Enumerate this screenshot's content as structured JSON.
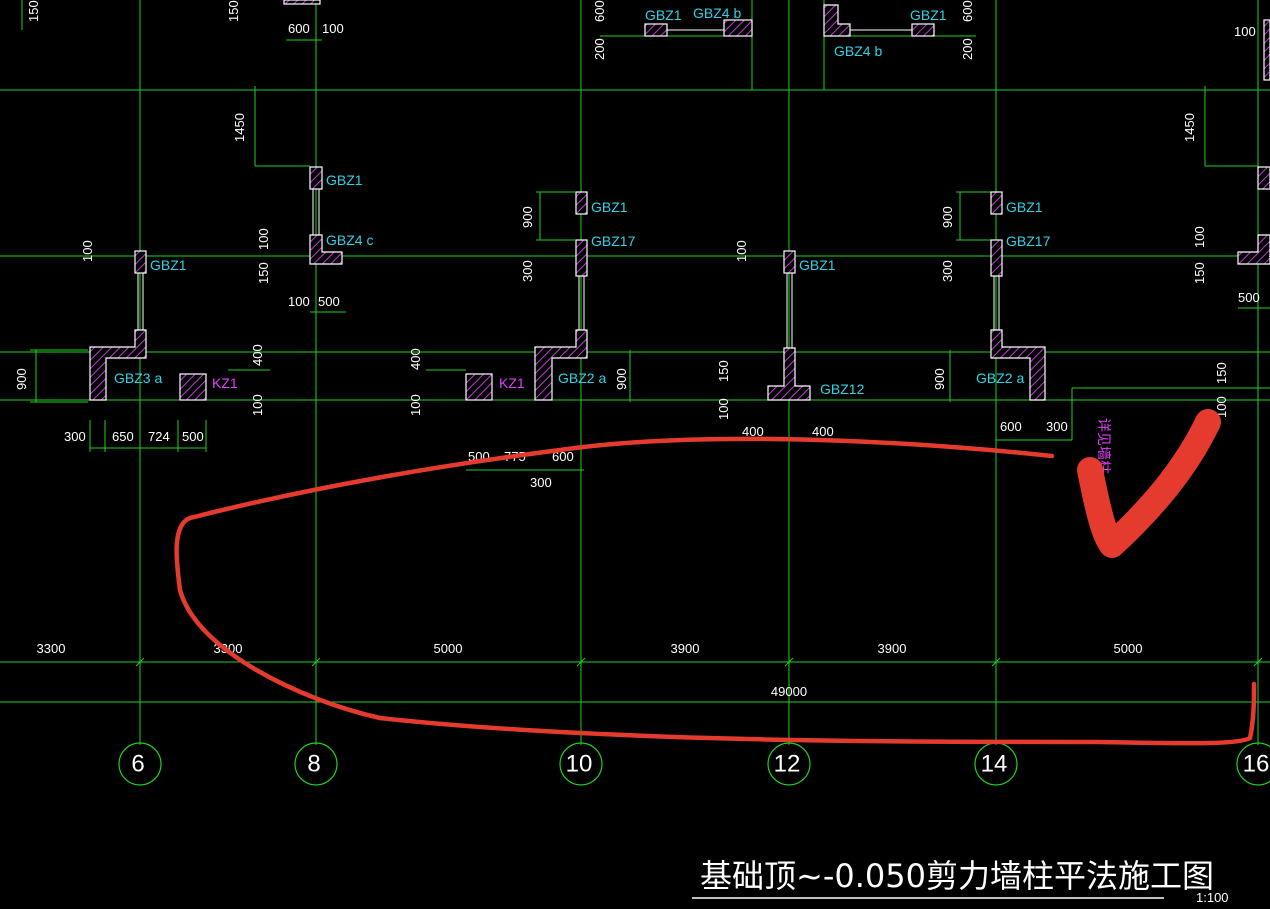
{
  "drawing": {
    "title": "基础顶~-0.050剪力墙柱平法施工图",
    "scale": "1:100",
    "colors": {
      "background": "#000000",
      "grid": "#1fd11f",
      "label": "#2fd3e8",
      "column_label": "#e040fb",
      "annotation": "#e53a2e",
      "hatch": "#c03bd6"
    },
    "axes": [
      "6",
      "8",
      "10",
      "12",
      "14",
      "16"
    ],
    "span_dims": [
      "3300",
      "3300",
      "5000",
      "3900",
      "3900",
      "5000"
    ],
    "total_dim": "49000",
    "labels": {
      "gbz1": "GBZ1",
      "gbz4b": "GBZ4 b",
      "gbz4c": "GBZ4 c",
      "gbz17": "GBZ17",
      "gbz3a": "GBZ3 a",
      "gbz2a": "GBZ2 a",
      "gbz12": "GBZ12",
      "kz1": "KZ1",
      "note_vertical": "详见墙柱"
    },
    "dims": {
      "d150": "150",
      "d100": "100",
      "d600": "600",
      "d200": "200",
      "d1450": "1450",
      "d900": "900",
      "d300": "300",
      "d500": "500",
      "d400": "400",
      "d650": "650",
      "d724": "724",
      "d775": "775"
    }
  }
}
